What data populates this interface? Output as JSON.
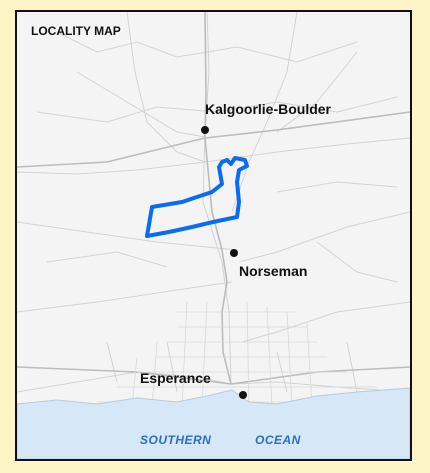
{
  "map": {
    "title": "LOCALITY MAP",
    "places": [
      {
        "name": "Kalgoorlie-Boulder"
      },
      {
        "name": "Norseman"
      },
      {
        "name": "Esperance"
      }
    ],
    "water": {
      "label_left": "SOUTHERN",
      "label_right": "OCEAN"
    },
    "colors": {
      "background": "#fdf4c8",
      "land": "#f4f4f4",
      "roads": "#d6d6d6",
      "water": "#d6e8f8",
      "boundary": "#0a6cf0",
      "frame": "#111111",
      "ocean_text": "#2a6ec8"
    }
  }
}
